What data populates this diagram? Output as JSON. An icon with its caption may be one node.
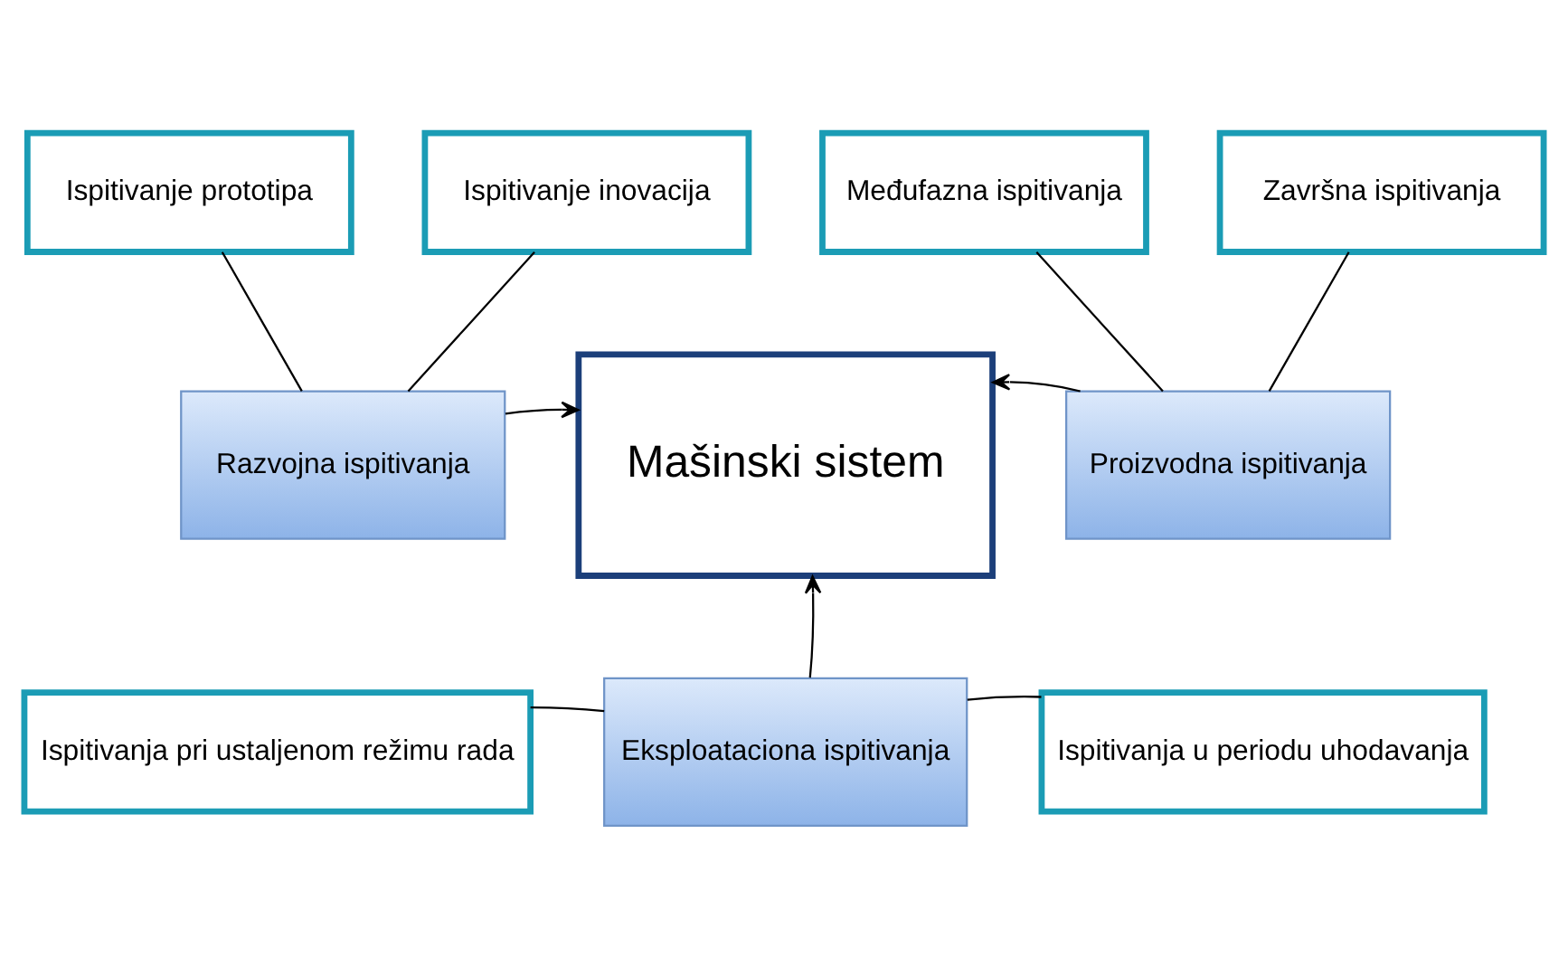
{
  "diagram": {
    "nodes": [
      {
        "text": [
          "Ispitivanje prototipa"
        ]
      },
      {
        "text": [
          "Ispitivanje inovacija"
        ]
      },
      {
        "text": [
          "Međufazna ispitivanja"
        ]
      },
      {
        "text": [
          "Završna ispitivanja"
        ]
      },
      {
        "text": [
          "Razvojna ispitivanja"
        ]
      },
      {
        "text": [
          "Mašinski sistem"
        ]
      },
      {
        "text": [
          "Proizvodna ispitivanja"
        ]
      },
      {
        "text": [
          "Ispitivanja pri ustaljenom režimu rada"
        ]
      },
      {
        "text": [
          "Eksploataciona ispitivanja"
        ]
      },
      {
        "text": [
          "Ispitivanja u periodu uhodavanja"
        ]
      }
    ],
    "edges": [
      {
        "from": 0,
        "to": 4,
        "arrow": "none"
      },
      {
        "from": 1,
        "to": 4,
        "arrow": "none"
      },
      {
        "from": 2,
        "to": 6,
        "arrow": "none"
      },
      {
        "from": 3,
        "to": 6,
        "arrow": "none"
      },
      {
        "from": 4,
        "to": 5,
        "arrow": "to"
      },
      {
        "from": 6,
        "to": 5,
        "arrow": "to"
      },
      {
        "from": 8,
        "to": 5,
        "arrow": "to"
      },
      {
        "from": 7,
        "to": 8,
        "arrow": "none"
      },
      {
        "from": 9,
        "to": 8,
        "arrow": "none"
      }
    ]
  }
}
